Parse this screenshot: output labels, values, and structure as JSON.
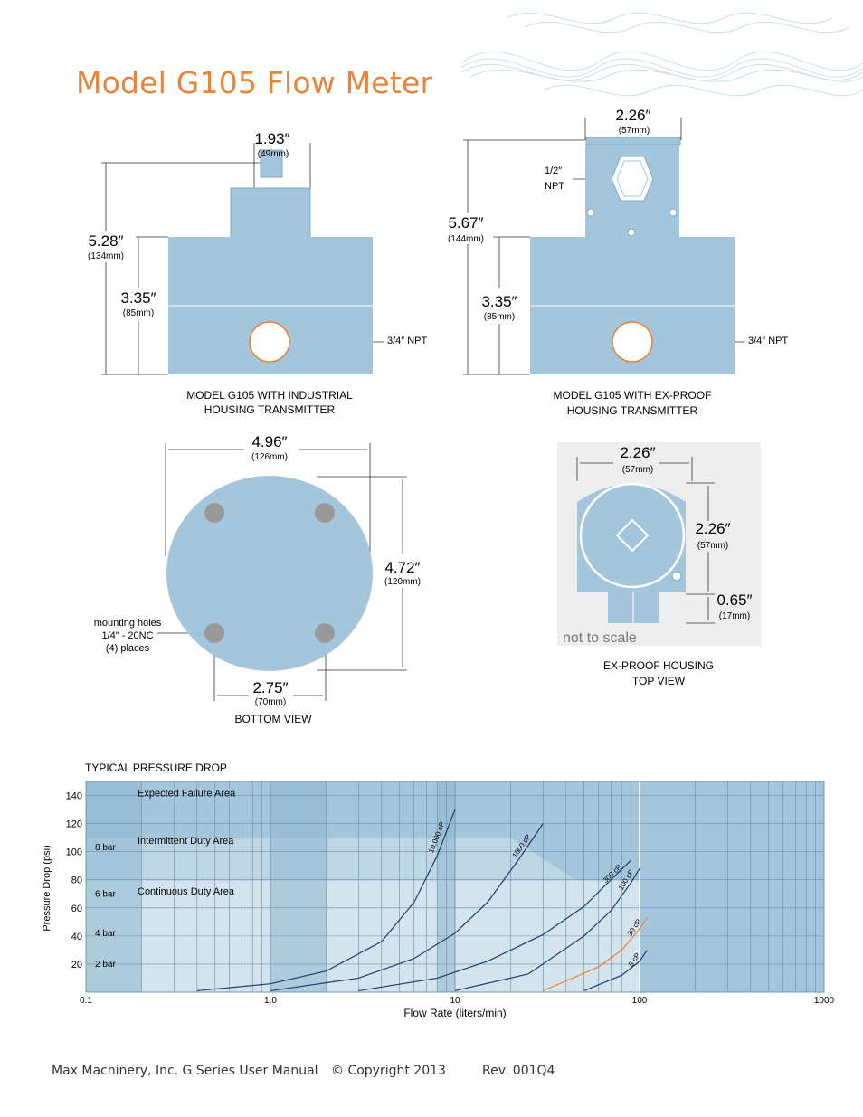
{
  "title": "Model G105 Flow Meter",
  "colors": {
    "accent": "#e8833a",
    "body": "#a4c6dc",
    "hole": "#999999",
    "curve": "#1b3f6b"
  },
  "fig1": {
    "width_in": "1.93″",
    "width_mm": "(49mm)",
    "height_in": "5.28″",
    "height_mm": "(134mm)",
    "body_in": "3.35″",
    "body_mm": "(85mm)",
    "port": "3/4″ NPT",
    "caption1": "MODEL G105 WITH INDUSTRIAL",
    "caption2": "HOUSING TRANSMITTER"
  },
  "fig2": {
    "width_in": "2.26″",
    "width_mm": "(57mm)",
    "npt1": "1/2″",
    "npt2": "NPT",
    "height_in": "5.67″",
    "height_mm": "(144mm)",
    "body_in": "3.35″",
    "body_mm": "(85mm)",
    "port": "3/4″ NPT",
    "caption1": "MODEL G105 WITH EX-PROOF",
    "caption2": "HOUSING TRANSMITTER"
  },
  "fig3": {
    "width_in": "4.96″",
    "width_mm": "(126mm)",
    "height_in": "4.72″",
    "height_mm": "(120mm)",
    "holes1": "mounting holes",
    "holes2": "1/4″ - 20NC",
    "holes3": "(4) places",
    "spacing_in": "2.75″",
    "spacing_mm": "(70mm)",
    "caption": "BOTTOM VIEW"
  },
  "fig4": {
    "width_in": "2.26″",
    "width_mm": "(57mm)",
    "height_in": "2.26″",
    "height_mm": "(57mm)",
    "small_in": "0.65″",
    "small_mm": "(17mm)",
    "note": "not to scale",
    "caption1": "EX-PROOF HOUSING",
    "caption2": "TOP VIEW"
  },
  "chart_data": {
    "type": "line",
    "title": "TYPICAL PRESSURE DROP",
    "xlabel": "Flow Rate (liters/min)",
    "ylabel": "Pressure Drop (psi)",
    "xscale": "log",
    "xlim": [
      0.1,
      1000
    ],
    "ylim": [
      0,
      150
    ],
    "x_ticks": [
      "0.1",
      "1.0",
      "10",
      "100",
      "1000"
    ],
    "y_ticks": [
      "20",
      "40",
      "60",
      "80",
      "100",
      "120",
      "140"
    ],
    "bar_labels": [
      "2 bar",
      "4 bar",
      "6 bar",
      "8 bar"
    ],
    "areas": [
      "Expected Failure Area",
      "Intermittent Duty Area",
      "Continuous Duty Area"
    ],
    "series": [
      {
        "name": "10,000 cP",
        "x": [
          0.4,
          1,
          2,
          4,
          6,
          8,
          10
        ],
        "y": [
          1,
          6,
          15,
          36,
          64,
          97,
          130
        ]
      },
      {
        "name": "1000 cP",
        "x": [
          1,
          3,
          6,
          10,
          15,
          22,
          30
        ],
        "y": [
          1,
          10,
          24,
          42,
          64,
          94,
          120
        ]
      },
      {
        "name": "300 cP",
        "x": [
          3,
          8,
          15,
          30,
          50,
          70,
          90
        ],
        "y": [
          1,
          10,
          22,
          41,
          61,
          80,
          94
        ]
      },
      {
        "name": "100 cP",
        "x": [
          10,
          25,
          50,
          70,
          90,
          100
        ],
        "y": [
          1,
          13,
          40,
          58,
          78,
          88
        ]
      },
      {
        "name": "30 cP",
        "x": [
          30,
          60,
          80,
          100,
          110
        ],
        "y": [
          1,
          18,
          30,
          45,
          53
        ]
      },
      {
        "name": "5 cP",
        "x": [
          50,
          80,
          100,
          110
        ],
        "y": [
          1,
          12,
          22,
          30
        ]
      }
    ]
  },
  "footer": {
    "publisher": "Max Machinery, Inc. G Series User Manual",
    "copyright": "© Copyright 2013",
    "rev": "Rev. 001Q4"
  }
}
